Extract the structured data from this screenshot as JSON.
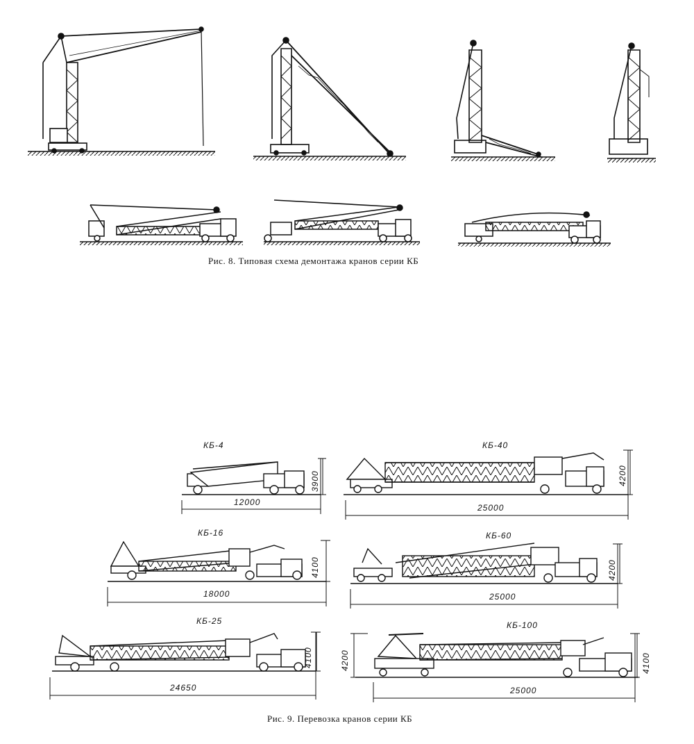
{
  "fig8": {
    "caption": "Рис. 8. Типовая схема демонтажа кранов серии КБ"
  },
  "fig9": {
    "caption": "Рис. 9. Перевозка кранов серии КБ",
    "items": [
      {
        "label": "КБ-4",
        "length": "12000",
        "height": "3900"
      },
      {
        "label": "КБ-40",
        "length": "25000",
        "height": "4200"
      },
      {
        "label": "КБ-16",
        "length": "18000",
        "height": "4100"
      },
      {
        "label": "КБ-60",
        "length": "25000",
        "height": "4200"
      },
      {
        "label": "КБ-25",
        "length": "24650",
        "height": "4100"
      },
      {
        "label": "КБ-100",
        "length": "25000",
        "height": "4100",
        "height_left": "4200"
      }
    ]
  }
}
